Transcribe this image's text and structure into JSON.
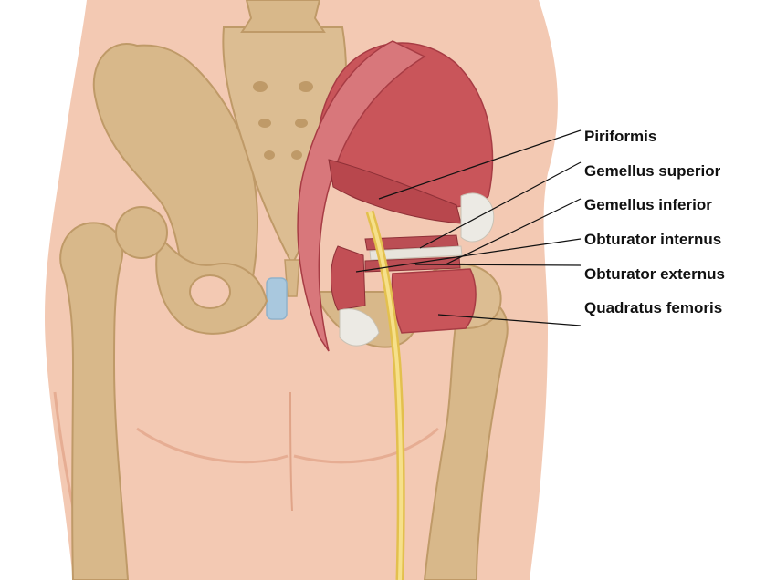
{
  "diagram": {
    "labels": [
      {
        "id": "piriformis",
        "text": "Piriformis"
      },
      {
        "id": "gemellus-superior",
        "text": "Gemellus superior"
      },
      {
        "id": "gemellus-inferior",
        "text": "Gemellus inferior"
      },
      {
        "id": "obturator-internus",
        "text": "Obturator internus"
      },
      {
        "id": "obturator-externus",
        "text": "Obturator externus"
      },
      {
        "id": "quadratus-femoris",
        "text": "Quadratus femoris"
      }
    ]
  },
  "colors": {
    "skin": "#f3c9b3",
    "skin_shadow": "#e6ad93",
    "bone": "#d8b88a",
    "bone_shadow": "#bf9a68",
    "muscle": "#c9555a",
    "muscle_dark": "#a73c44",
    "tendon": "#e8e4dc",
    "nerve": "#f1d36a",
    "cartilage": "#a9c8de"
  }
}
